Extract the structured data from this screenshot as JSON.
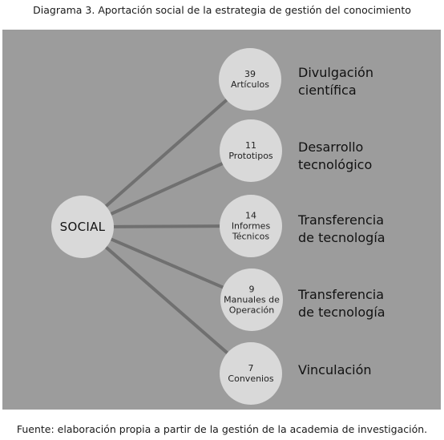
{
  "title": "Diagrama 3. Aportación social de la estrategia de gestión del conocimiento",
  "hub": {
    "label": "SOCIAL"
  },
  "nodes": [
    {
      "number": "39",
      "label": "Artículos",
      "description": "Divulgación\ncientífica"
    },
    {
      "number": "11",
      "label": "Prototipos",
      "description": "Desarrollo\ntecnológico"
    },
    {
      "number": "14",
      "label": "Informes\nTécnicos",
      "description": "Transferencia\nde tecnología"
    },
    {
      "number": "9",
      "label": "Manuales de\nOperación",
      "description": "Transferencia\nde tecnología"
    },
    {
      "number": "7",
      "label": "Convenios",
      "description": "Vinculación"
    }
  ],
  "colors": {
    "panel": "#9c9c9c",
    "circle": "#d9d9d9",
    "connector": "#707070"
  },
  "footer": "Fuente: elaboración propia a partir de la gestión de la academia de investigación."
}
